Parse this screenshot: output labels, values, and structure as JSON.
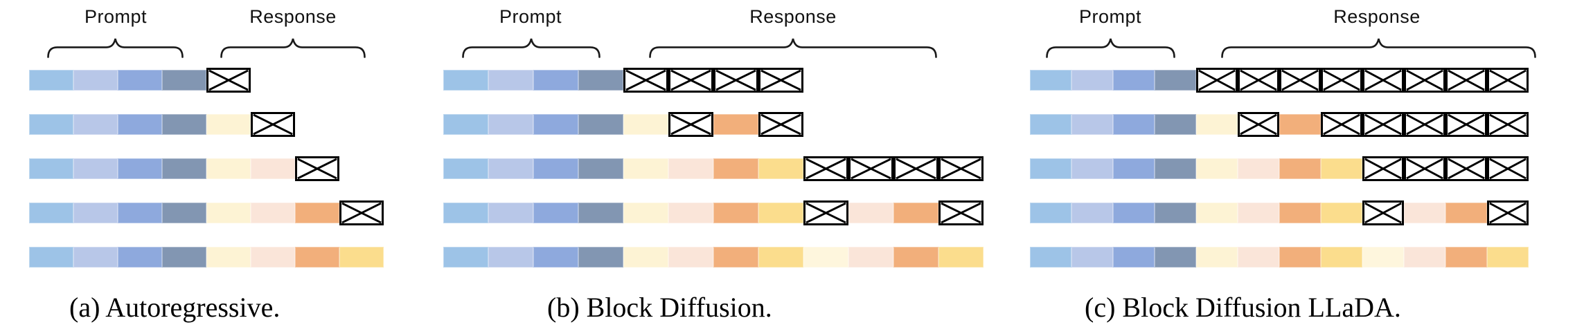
{
  "figure": {
    "colors": {
      "p1": "#9DC3E7",
      "p2": "#B8C7E8",
      "p3": "#8EA9DD",
      "p4": "#8296B2",
      "r1": "#FDF3D4",
      "r2": "#FAE5D9",
      "r3": "#F2AF7B",
      "r4": "#FBDD8D",
      "r5": "#FEF6DD",
      "r6": "#FAE5D9",
      "r7": "#F2AF7B",
      "r8": "#FBDD8D",
      "mask_fill": "#FFFFFF",
      "mask_border": "#000000"
    },
    "mask_symbol": "crossed-box",
    "panels": [
      {
        "id": "a",
        "prompt_label": "Prompt",
        "response_label": "Response",
        "caption": "(a) Autoregressive.",
        "rows": [
          [
            "p1",
            "p2",
            "p3",
            "p4",
            "m"
          ],
          [
            "p1",
            "p2",
            "p3",
            "p4",
            "r1",
            "m"
          ],
          [
            "p1",
            "p2",
            "p3",
            "p4",
            "r1",
            "r2",
            "m"
          ],
          [
            "p1",
            "p2",
            "p3",
            "p4",
            "r1",
            "r2",
            "r3",
            "m"
          ],
          [
            "p1",
            "p2",
            "p3",
            "p4",
            "r1",
            "r2",
            "r3",
            "r4"
          ]
        ]
      },
      {
        "id": "b",
        "prompt_label": "Prompt",
        "response_label": "Response",
        "caption": "(b) Block Diffusion.",
        "rows": [
          [
            "p1",
            "p2",
            "p3",
            "p4",
            "m",
            "m",
            "m",
            "m"
          ],
          [
            "p1",
            "p2",
            "p3",
            "p4",
            "r1",
            "m",
            "r3",
            "m"
          ],
          [
            "p1",
            "p2",
            "p3",
            "p4",
            "r1",
            "r2",
            "r3",
            "r4",
            "m",
            "m",
            "m",
            "m"
          ],
          [
            "p1",
            "p2",
            "p3",
            "p4",
            "r1",
            "r2",
            "r3",
            "r4",
            "m",
            "r6",
            "r7",
            "m"
          ],
          [
            "p1",
            "p2",
            "p3",
            "p4",
            "r1",
            "r2",
            "r3",
            "r4",
            "r5",
            "r6",
            "r7",
            "r8"
          ]
        ]
      },
      {
        "id": "c",
        "prompt_label": "Prompt",
        "response_label": "Response",
        "caption": "(c) Block Diffusion LLaDA.",
        "rows": [
          [
            "p1",
            "p2",
            "p3",
            "p4",
            "m",
            "m",
            "m",
            "m",
            "m",
            "m",
            "m",
            "m"
          ],
          [
            "p1",
            "p2",
            "p3",
            "p4",
            "r1",
            "m",
            "r3",
            "m",
            "m",
            "m",
            "m",
            "m"
          ],
          [
            "p1",
            "p2",
            "p3",
            "p4",
            "r1",
            "r2",
            "r3",
            "r4",
            "m",
            "m",
            "m",
            "m"
          ],
          [
            "p1",
            "p2",
            "p3",
            "p4",
            "r1",
            "r2",
            "r3",
            "r4",
            "m",
            "r6",
            "r7",
            "m"
          ],
          [
            "p1",
            "p2",
            "p3",
            "p4",
            "r1",
            "r2",
            "r3",
            "r4",
            "r5",
            "r6",
            "r7",
            "r8"
          ]
        ]
      }
    ]
  }
}
